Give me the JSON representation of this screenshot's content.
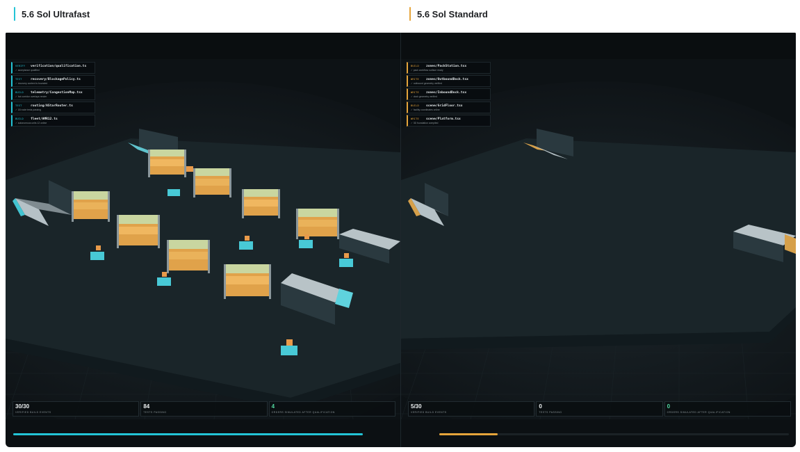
{
  "colors": {
    "accent_left": "#23c4d6",
    "accent_right": "#e6a53b",
    "value_green": "#52d8a0"
  },
  "left": {
    "title": "5.6 Sol Ultrafast",
    "log": [
      {
        "tag": "VERIFY",
        "path": "verification/qualification.ts",
        "note": "✓ acceptance qualified"
      },
      {
        "tag": "TEST",
        "path": "recovery/BlockagePolicy.ts",
        "note": "✓ recovery context is bounded"
      },
      {
        "tag": "BUILD",
        "path": "telemetry/CongestionMap.tsx",
        "note": "✓ hot corridor overlays render"
      },
      {
        "tag": "TEST",
        "path": "routing/AStarRouter.ts",
        "note": "✓ 18 route tests passing"
      },
      {
        "tag": "BUILD",
        "path": "fleet/AMR12.ts",
        "note": "✓ autonomous units 12 online"
      }
    ],
    "stats": [
      {
        "value": "30/30",
        "label": "Verified build events"
      },
      {
        "value": "84",
        "label": "Tests passing"
      },
      {
        "value": "4",
        "label": "Orders simulated after qualification"
      }
    ],
    "progress": 1.0
  },
  "right": {
    "title": "5.6 Sol Standard",
    "log": [
      {
        "tag": "BUILD",
        "path": "zones/PackStation.tsx",
        "note": "✓ pack workflow surface ready"
      },
      {
        "tag": "WRITE",
        "path": "zones/OutboundDock.tsx",
        "note": "✓ outbound geometry verified"
      },
      {
        "tag": "WRITE",
        "path": "zones/InboundDock.tsx",
        "note": "✓ dock geometry verified"
      },
      {
        "tag": "BUILD",
        "path": "scene/GridFloor.tsx",
        "note": "✓ facility coordinates online"
      },
      {
        "tag": "WRITE",
        "path": "scene/Platform.tsx",
        "note": "✓ 3D foundation compiled"
      }
    ],
    "stats": [
      {
        "value": "5/30",
        "label": "Verified build events"
      },
      {
        "value": "0",
        "label": "Tests passing"
      },
      {
        "value": "0",
        "label": "Orders simulated after qualification"
      }
    ],
    "progress": 0.167
  }
}
